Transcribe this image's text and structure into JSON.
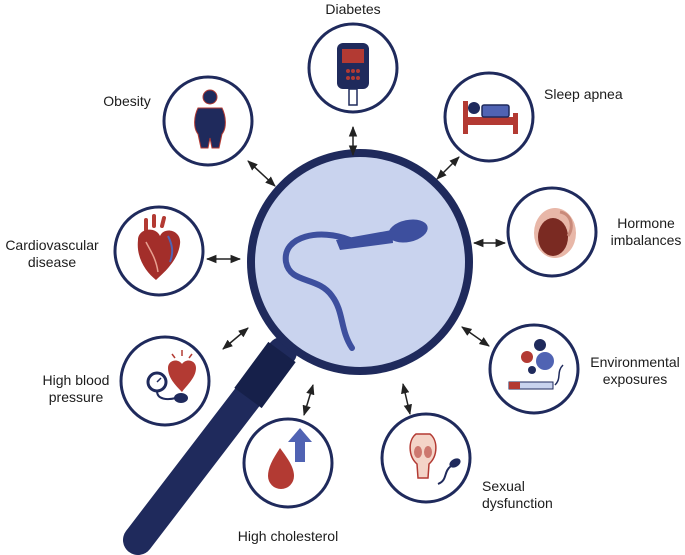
{
  "colors": {
    "navy": "#1f2a5c",
    "lens": "#c9d3ee",
    "sperm": "#3d4f9e",
    "red": "#b33a33",
    "arrow": "#222222"
  },
  "center": {
    "name": "magnifying glass with sperm cell",
    "icon": "sperm-icon"
  },
  "conditions": [
    {
      "id": "diabetes",
      "icon": "glucose-meter-icon",
      "lines": [
        "Diabetes"
      ]
    },
    {
      "id": "sleep-apnea",
      "icon": "bed-icon",
      "lines": [
        "Sleep apnea"
      ]
    },
    {
      "id": "hormone-imbalances",
      "icon": "testis-icon",
      "lines": [
        "Hormone",
        "imbalances"
      ]
    },
    {
      "id": "environmental-exposures",
      "icon": "pollution-icon",
      "lines": [
        "Environmental",
        "exposures"
      ]
    },
    {
      "id": "sexual-dysfunction",
      "icon": "reproductive-organ-icon",
      "lines": [
        "Sexual",
        "dysfunction"
      ]
    },
    {
      "id": "high-cholesterol",
      "icon": "blood-drop-up-arrow-icon",
      "lines": [
        "High cholesterol"
      ]
    },
    {
      "id": "high-blood-pressure",
      "icon": "blood-pressure-gauge-icon",
      "lines": [
        "High blood",
        "pressure"
      ]
    },
    {
      "id": "cardiovascular-disease",
      "icon": "heart-icon",
      "lines": [
        "Cardiovascular",
        "disease"
      ]
    },
    {
      "id": "obesity",
      "icon": "person-obese-icon",
      "lines": [
        "Obesity"
      ]
    }
  ]
}
